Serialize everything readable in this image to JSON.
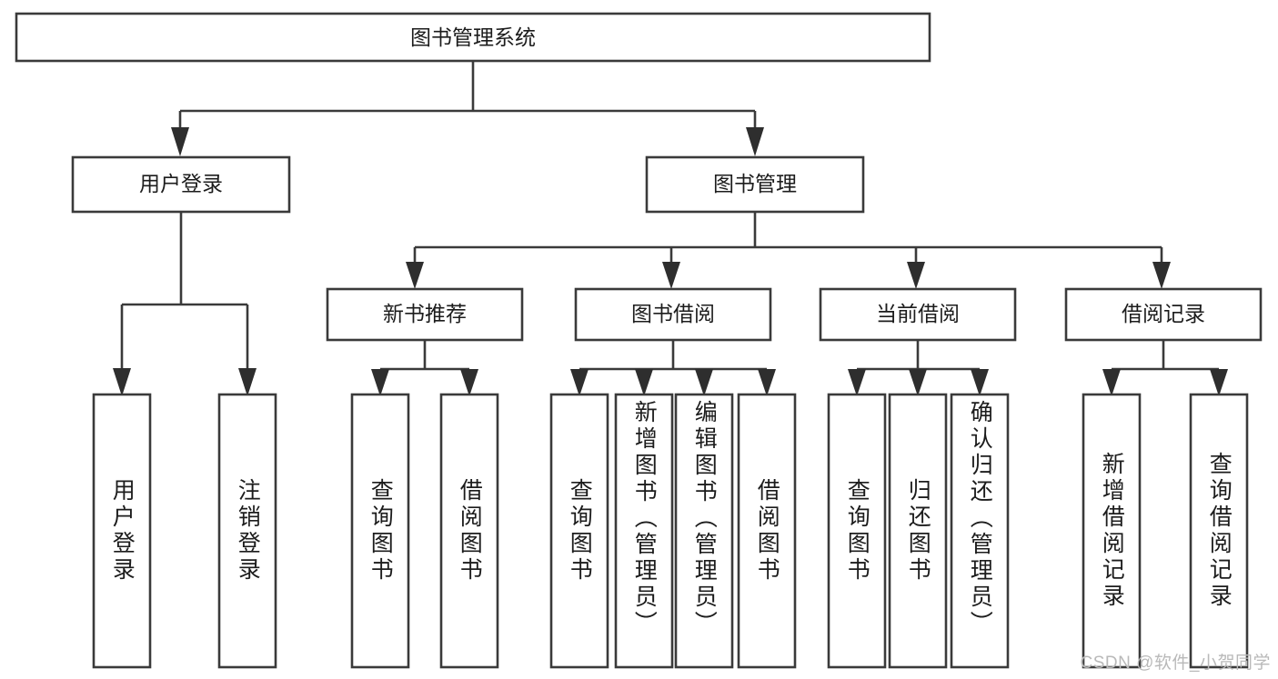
{
  "diagram": {
    "title": "图书管理系统",
    "type": "hierarchy-tree",
    "watermark": "CSDN @软件_小贺同学",
    "colors": {
      "box_stroke": "#3a3a3a",
      "box_fill": "#ffffff",
      "connector": "#3a3a3a",
      "text": "#1c1c1c",
      "background": "#ffffff",
      "watermark": "#b9b9b9"
    },
    "root": {
      "label": "图书管理系统"
    },
    "level2": [
      {
        "label": "用户登录"
      },
      {
        "label": "图书管理"
      }
    ],
    "level3": [
      {
        "label": "新书推荐"
      },
      {
        "label": "图书借阅"
      },
      {
        "label": "当前借阅"
      },
      {
        "label": "借阅记录"
      }
    ],
    "leaves": {
      "user_login": [
        {
          "label": "用户登录"
        },
        {
          "label": "注销登录"
        }
      ],
      "new_book_recommend": [
        {
          "label": "查询图书"
        },
        {
          "label": "借阅图书"
        }
      ],
      "book_borrow": [
        {
          "label": "查询图书"
        },
        {
          "label": "新增图书（管理员）"
        },
        {
          "label": "编辑图书（管理员）"
        },
        {
          "label": "借阅图书"
        }
      ],
      "current_borrow": [
        {
          "label": "查询图书"
        },
        {
          "label": "归还图书"
        },
        {
          "label": "确认归还（管理员）"
        }
      ],
      "borrow_record": [
        {
          "label": "新增借阅记录"
        },
        {
          "label": "查询借阅记录"
        }
      ]
    }
  }
}
